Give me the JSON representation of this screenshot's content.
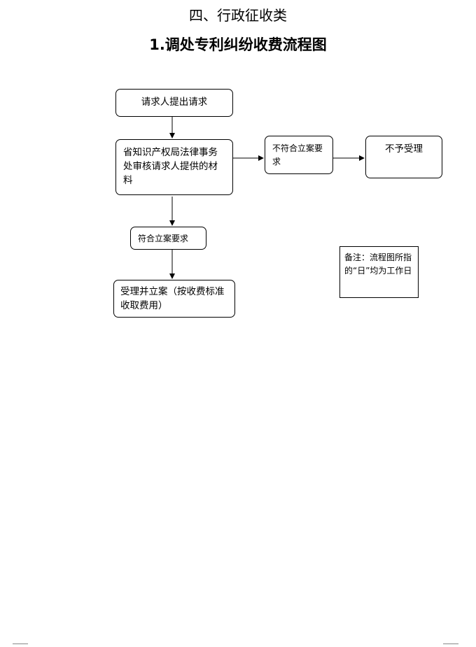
{
  "section_title": "四、行政征收类",
  "doc_title": "1.调处专利纠纷收费流程图",
  "flow": {
    "request": "请求人提出请求",
    "review": "省知识产权局法律事务处审核请求人提供的材料",
    "not_meet": "不符合立案要求",
    "reject": "不予受理",
    "meet": "符合立案要求",
    "accept": "受理并立案（按收费标准收取费用）"
  },
  "note": "备注：流程图所指的“日”均为工作日"
}
